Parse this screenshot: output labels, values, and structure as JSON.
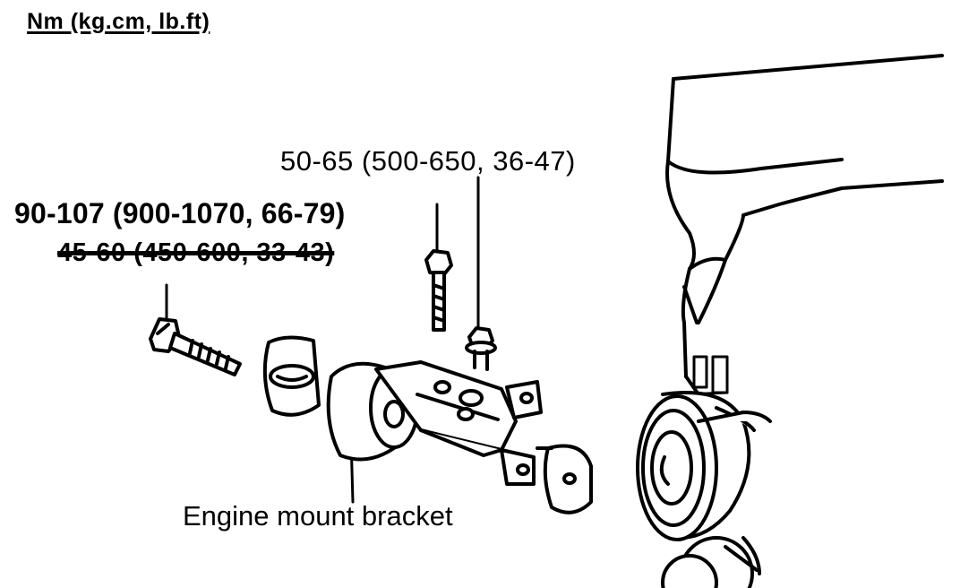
{
  "header": {
    "units_label": "Nm (kg.cm, lb.ft)"
  },
  "torque_specs": {
    "nut_spec": "50-65 (500-650, 36-47)",
    "bolt_spec_revised": "90-107 (900-1070, 66-79)",
    "bolt_spec_superseded": "45-60 (450-600, 33-43)"
  },
  "parts": {
    "bracket_label": "Engine mount bracket"
  },
  "colors": {
    "ink": "#000000",
    "paper": "#ffffff"
  }
}
